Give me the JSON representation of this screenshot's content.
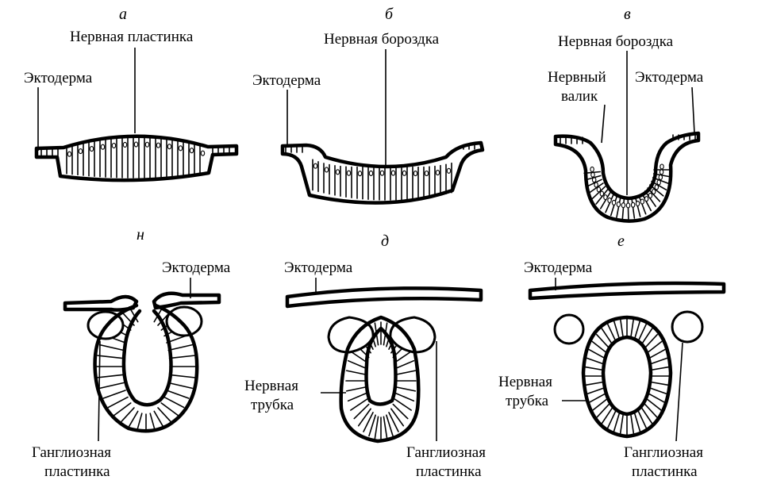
{
  "panels": [
    {
      "letter": "а",
      "labels": {
        "ectoderm": "Эктодерма",
        "structure": "Нервная пластинка"
      }
    },
    {
      "letter": "б",
      "labels": {
        "ectoderm": "Эктодерма",
        "structure": "Нервная бороздка"
      }
    },
    {
      "letter": "в",
      "labels": {
        "groove": "Нервная бороздка",
        "fold_line1": "Нервный",
        "fold_line2": "валик",
        "ectoderm": "Эктодерма"
      }
    },
    {
      "letter": "н",
      "labels": {
        "ectoderm": "Эктодерма",
        "ganglion_line1": "Ганглиозная",
        "ganglion_line2": "пластинка"
      }
    },
    {
      "letter": "д",
      "labels": {
        "ectoderm": "Эктодерма",
        "tube_line1": "Нервная",
        "tube_line2": "трубка",
        "ganglion_line1": "Ганглиозная",
        "ganglion_line2": "пластинка"
      }
    },
    {
      "letter": "е",
      "labels": {
        "ectoderm": "Эктодерма",
        "tube_line1": "Нервная",
        "tube_line2": "трубка",
        "ganglion_line1": "Ганглиозная",
        "ganglion_line2": "пластинка"
      }
    }
  ]
}
